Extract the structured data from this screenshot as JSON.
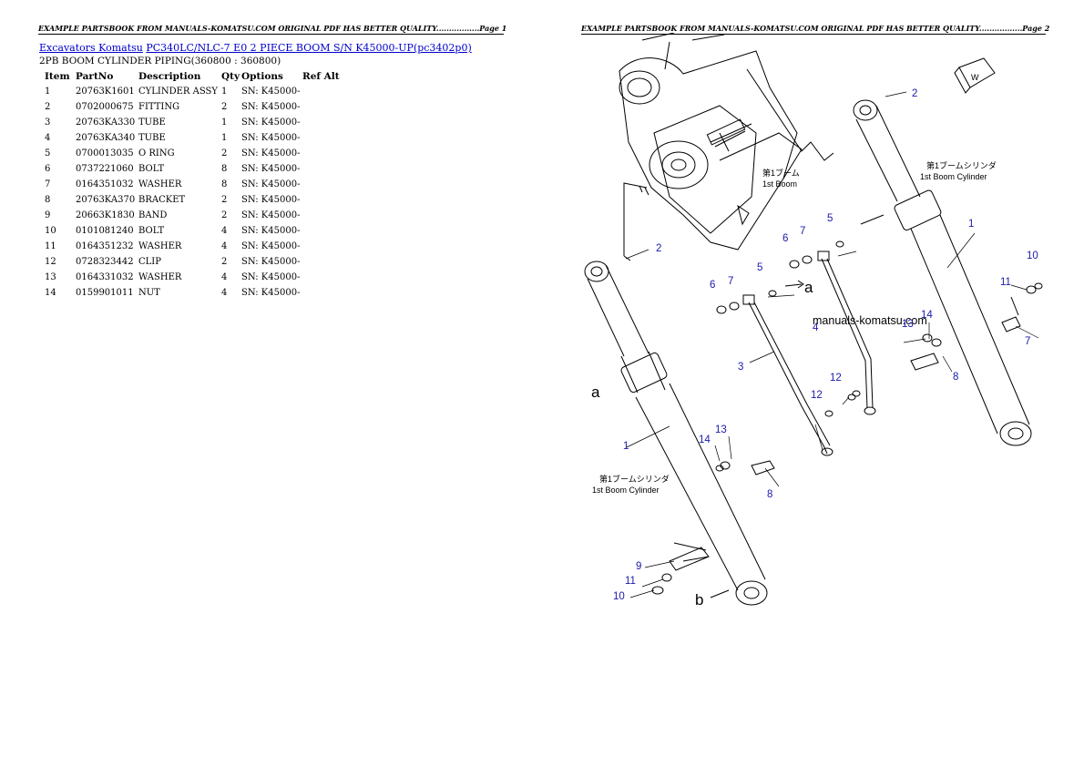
{
  "header_left": "EXAMPLE PARTSBOOK FROM MANUALS-KOMATSU.COM ORIGINAL PDF HAS BETTER QUALITY.................Page 1",
  "header_right": "EXAMPLE PARTSBOOK FROM MANUALS-KOMATSU.COM ORIGINAL PDF HAS BETTER QUALITY.................Page 2",
  "breadcrumb": {
    "link1": "Excavators Komatsu",
    "link2": "PC340LC/NLC-7 E0 2 PIECE BOOM S/N K45000-UP(pc3402p0)"
  },
  "subtitle": "2PB BOOM CYLINDER PIPING(360800 : 360800)",
  "table": {
    "headers": [
      "Item",
      "PartNo",
      "Description",
      "Qty",
      "Options",
      "Ref Alt"
    ],
    "rows": [
      [
        "1",
        "20763K1601",
        "CYLINDER ASSY",
        "1",
        "SN: K45000-",
        ""
      ],
      [
        "2",
        "0702000675",
        "FITTING",
        "2",
        "SN: K45000-",
        ""
      ],
      [
        "3",
        "20763KA330",
        "TUBE",
        "1",
        "SN: K45000-",
        ""
      ],
      [
        "4",
        "20763KA340",
        "TUBE",
        "1",
        "SN: K45000-",
        ""
      ],
      [
        "5",
        "0700013035",
        "O RING",
        "2",
        "SN: K45000-",
        ""
      ],
      [
        "6",
        "0737221060",
        "BOLT",
        "8",
        "SN: K45000-",
        ""
      ],
      [
        "7",
        "0164351032",
        "WASHER",
        "8",
        "SN: K45000-",
        ""
      ],
      [
        "8",
        "20763KA370",
        "BRACKET",
        "2",
        "SN: K45000-",
        ""
      ],
      [
        "9",
        "20663K1830",
        "BAND",
        "2",
        "SN: K45000-",
        ""
      ],
      [
        "10",
        "0101081240",
        "BOLT",
        "4",
        "SN: K45000-",
        ""
      ],
      [
        "11",
        "0164351232",
        "WASHER",
        "4",
        "SN: K45000-",
        ""
      ],
      [
        "12",
        "0728323442",
        "CLIP",
        "2",
        "SN: K45000-",
        ""
      ],
      [
        "13",
        "0164331032",
        "WASHER",
        "4",
        "SN: K45000-",
        ""
      ],
      [
        "14",
        "0159901011",
        "NUT",
        "4",
        "SN: K45000-",
        ""
      ]
    ]
  },
  "diagram": {
    "watermark": "manuals-komatsu.com",
    "label_1st_boom_jp": "第1ブーム",
    "label_1st_boom": "1st Boom",
    "label_cyl_jp": "第1ブームシリンダ",
    "label_cyl": "1st Boom Cylinder",
    "dir_mark": "W",
    "letter_a": "a",
    "letter_b": "b",
    "callouts": {
      "n1": "1",
      "n2": "2",
      "n3": "3",
      "n4": "4",
      "n5": "5",
      "n6": "6",
      "n7": "7",
      "n8": "8",
      "n9": "9",
      "n10": "10",
      "n11": "11",
      "n12": "12",
      "n13": "13",
      "n14": "14"
    }
  }
}
